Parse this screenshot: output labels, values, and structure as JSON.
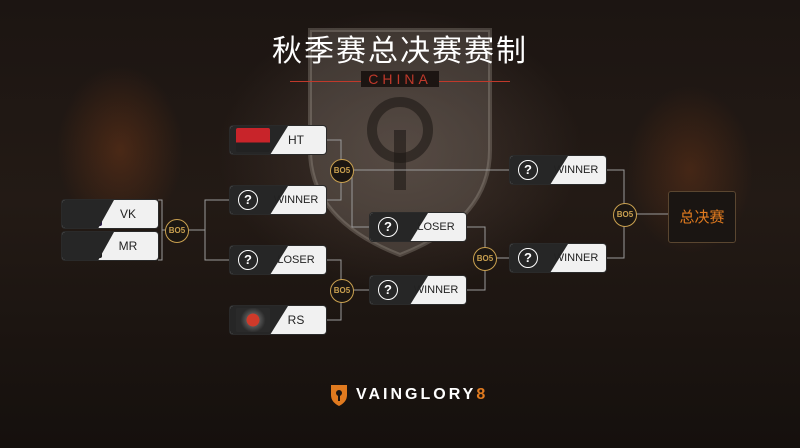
{
  "title": "秋季赛总决赛赛制",
  "subtitle": "CHINA",
  "bo_label": "BO5",
  "unknown_glyph": "?",
  "colors": {
    "accent": "#e07a1f",
    "red": "#c0392b",
    "gold": "#c9a04f"
  },
  "bracket": {
    "vk": "VK",
    "mr": "MR",
    "ht": "HT",
    "rs": "RS",
    "r1_winner": "WINNER",
    "r1_loser": "LOSER",
    "mid_loser": "LOSER",
    "mid_winner": "WINNER",
    "upper_winner": "WINNER",
    "lower_winner": "WINNER",
    "final": "总决赛"
  },
  "icons": {
    "team_logo": "team-logo-icon",
    "question": "question-icon",
    "brand": "shield-logo-icon"
  },
  "brand": {
    "name": "VAINGLORY",
    "number": "8"
  }
}
